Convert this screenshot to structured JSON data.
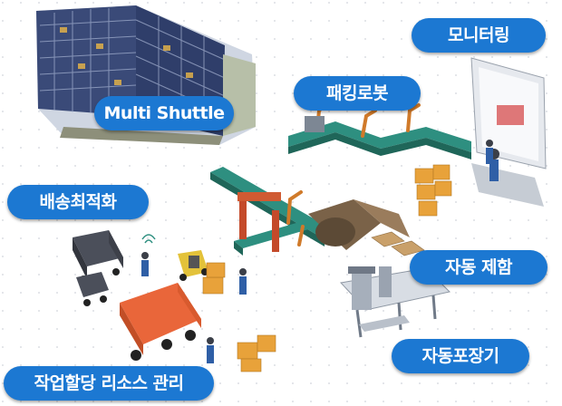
{
  "colors": {
    "label_bg": "#1c78d2",
    "label_text": "#ffffff",
    "conveyor": "#2e8f80",
    "robot_arm": "#d07a2a",
    "box": "#e8a23a",
    "truck_cargo": "#e9663a"
  },
  "labels": {
    "multi_shuttle": "Multi Shuttle",
    "monitoring": "모니터링",
    "packing_robot": "패킹로봇",
    "delivery_optimization": "배송최적화",
    "auto_boxing": "자동 제함",
    "auto_packer": "자동포장기",
    "task_allocation": "작업할당 리소스 관리"
  }
}
